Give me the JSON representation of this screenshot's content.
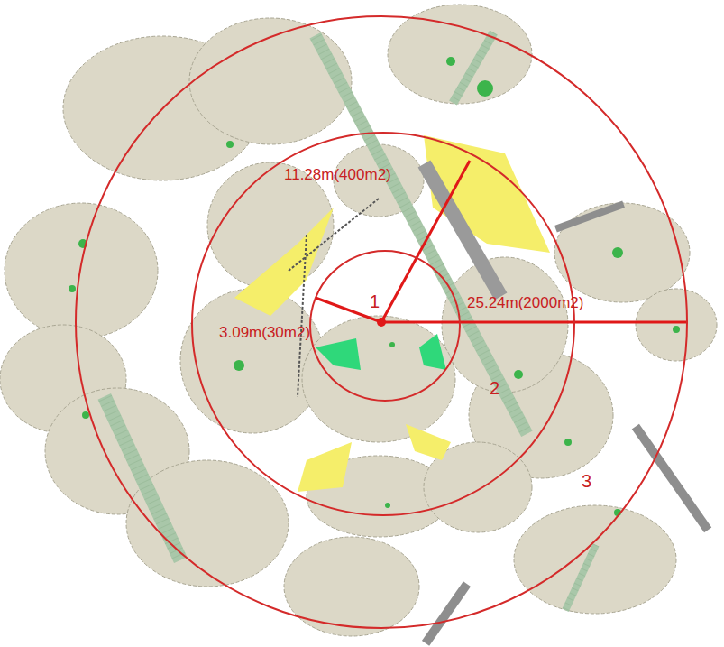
{
  "diagram": {
    "nodes": [
      {
        "text": [
          "3"
        ]
      },
      {
        "text": [
          "2"
        ],
        "in": 0
      },
      {
        "text": [
          "1"
        ],
        "in": 1
      }
    ],
    "labels": [
      "11.28m(400m2)",
      "25.24m(2000m2)",
      "3.09m(30m2)"
    ]
  }
}
